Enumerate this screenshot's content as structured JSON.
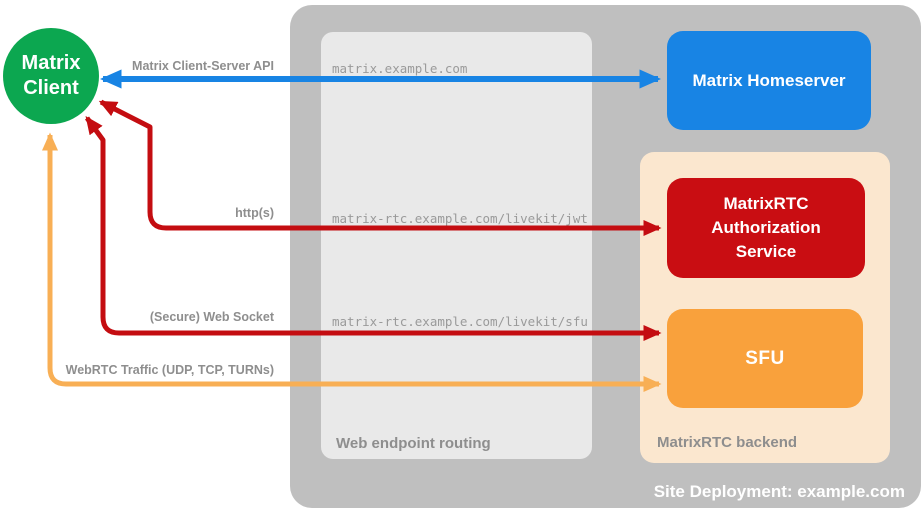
{
  "canvas": {
    "background": "#ffffff"
  },
  "client": {
    "line1": "Matrix",
    "line2": "Client",
    "color": "#0CA750"
  },
  "deployment": {
    "label": "Site Deployment: example.com",
    "color": "#BFBFBF",
    "routing": {
      "label": "Web endpoint routing",
      "color": "#E9E9E9",
      "endpoints": [
        "matrix.example.com",
        "matrix-rtc.example.com/livekit/jwt",
        "matrix-rtc.example.com/livekit/sfu"
      ]
    },
    "homeserver": {
      "label": "Matrix Homeserver",
      "color": "#1884E4"
    },
    "backend": {
      "label": "MatrixRTC backend",
      "color": "#FBE7CF",
      "auth_service": {
        "label": "MatrixRTC Authorization Service",
        "color": "#C90D12"
      },
      "sfu": {
        "label": "SFU",
        "color": "#F9A13C"
      }
    }
  },
  "flows": {
    "client_server_api": {
      "label": "Matrix Client-Server API",
      "color": "#1884E4"
    },
    "https": {
      "label": "http(s)",
      "color": "#C40D11"
    },
    "websocket": {
      "label": "(Secure) Web Socket",
      "color": "#C40D11"
    },
    "webrtc": {
      "label": "WebRTC Traffic (UDP, TCP, TURNs)",
      "color": "#F8AF55"
    }
  }
}
